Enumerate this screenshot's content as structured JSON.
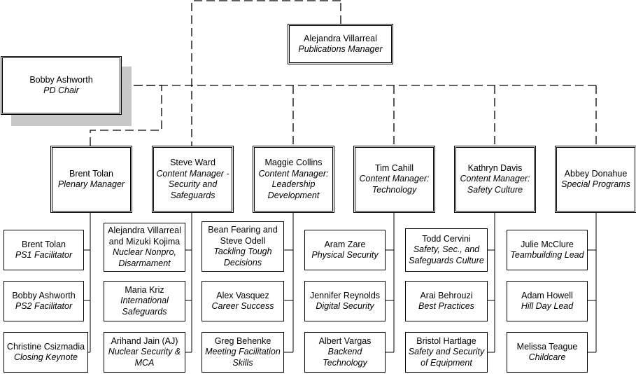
{
  "top": {
    "publications": {
      "name": "Alejandra Villarreal",
      "title": "Publications Manager"
    },
    "chair": {
      "name": "Bobby Ashworth",
      "title": "PD Chair"
    }
  },
  "managers": [
    {
      "name": "Brent Tolan",
      "title": "Plenary Manager"
    },
    {
      "name": "Steve Ward",
      "title": "Content Manager -\nSecurity and\nSafeguards"
    },
    {
      "name": "Maggie Collins",
      "title": "Content Manager:\nLeadership\nDevelopment"
    },
    {
      "name": "Tim Cahill",
      "title": "Content Manager:\nTechnology"
    },
    {
      "name": "Kathryn Davis",
      "title": "Content Manager:\nSafety Culture"
    },
    {
      "name": "Abbey Donahue",
      "title": "Special Programs"
    }
  ],
  "reports": [
    [
      {
        "name": "Brent Tolan",
        "title": "PS1 Facilitator"
      },
      {
        "name": "Bobby Ashworth",
        "title": "PS2 Facilitator"
      },
      {
        "name": "Christine Csizmadia",
        "title": "Closing Keynote"
      }
    ],
    [
      {
        "name": "Alejandra Villarreal\nand Mizuki Kojima",
        "title": "Nuclear Nonpro,\nDisarmament"
      },
      {
        "name": "Maria Kriz",
        "title": "International\nSafeguards"
      },
      {
        "name": "Arihand Jain (AJ)",
        "title": "Nuclear Security &\nMCA"
      }
    ],
    [
      {
        "name": "Bean Fearing and\nSteve Odell",
        "title": "Tackling Tough\nDecisions"
      },
      {
        "name": "Alex Vasquez",
        "title": "Career Success"
      },
      {
        "name": "Greg Behenke",
        "title": "Meeting Facilitation\nSkills"
      }
    ],
    [
      {
        "name": "Aram Zare",
        "title": "Physical Security"
      },
      {
        "name": "Jennifer Reynolds",
        "title": "Digital Security"
      },
      {
        "name": "Albert Vargas",
        "title": "Backend\nTechnology"
      }
    ],
    [
      {
        "name": "Todd Cervini",
        "title": "Safety, Sec., and\nSafeguards Culture"
      },
      {
        "name": "Arai Behrouzi",
        "title": "Best Practices"
      },
      {
        "name": "Bristol Hartlage",
        "title": "Safety and Security\nof Equipment"
      }
    ],
    [
      {
        "name": "Julie McClure",
        "title": "Teambuilding Lead"
      },
      {
        "name": "Adam Howell",
        "title": "Hill Day Lead"
      },
      {
        "name": "Melissa Teague",
        "title": "Childcare"
      }
    ]
  ]
}
